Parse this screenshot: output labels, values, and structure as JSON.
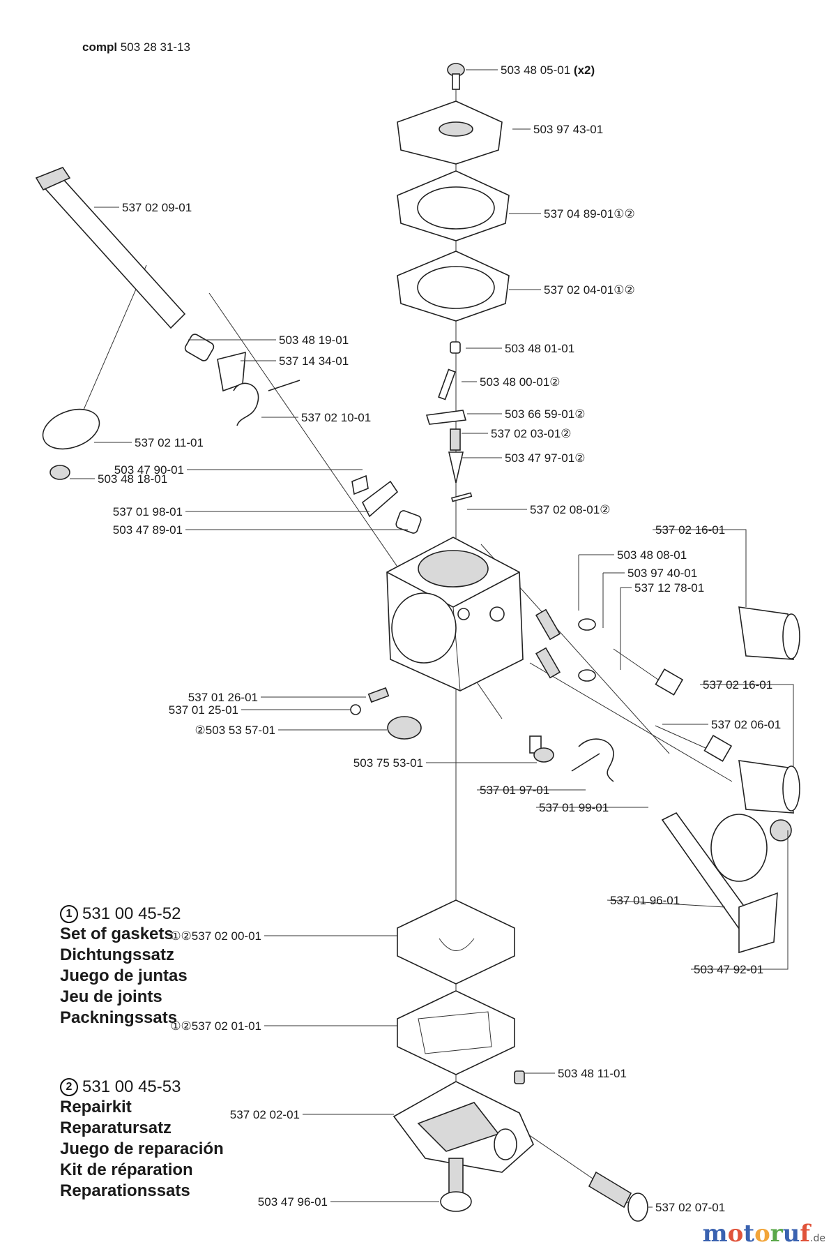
{
  "header": {
    "compl_label": "compl",
    "compl_number": "503 28 31-13"
  },
  "parts": [
    {
      "num": "503 48 05-01",
      "suffix": "(x2)",
      "marks": []
    },
    {
      "num": "503 97 43-01",
      "suffix": "",
      "marks": []
    },
    {
      "num": "537 04 89-01",
      "suffix": "",
      "marks": [
        "1",
        "2"
      ]
    },
    {
      "num": "537 02 04-01",
      "suffix": "",
      "marks": [
        "1",
        "2"
      ]
    },
    {
      "num": "537 02 09-01",
      "suffix": "",
      "marks": []
    },
    {
      "num": "503 48 19-01",
      "suffix": "",
      "marks": []
    },
    {
      "num": "537 14 34-01",
      "suffix": "",
      "marks": []
    },
    {
      "num": "503 48 01-01",
      "suffix": "",
      "marks": []
    },
    {
      "num": "503 48 00-01",
      "suffix": "",
      "marks": [
        "2"
      ]
    },
    {
      "num": "537 02 10-01",
      "suffix": "",
      "marks": []
    },
    {
      "num": "503 66 59-01",
      "suffix": "",
      "marks": [
        "2"
      ]
    },
    {
      "num": "537 02 11-01",
      "suffix": "",
      "marks": []
    },
    {
      "num": "537 02 03-01",
      "suffix": "",
      "marks": [
        "2"
      ]
    },
    {
      "num": "503 47 90-01",
      "suffix": "",
      "marks": []
    },
    {
      "num": "503 47 97-01",
      "suffix": "",
      "marks": [
        "2"
      ]
    },
    {
      "num": "503 48 18-01",
      "suffix": "",
      "marks": []
    },
    {
      "num": "537 01 98-01",
      "suffix": "",
      "marks": []
    },
    {
      "num": "537 02 08-01",
      "suffix": "",
      "marks": [
        "2"
      ]
    },
    {
      "num": "503 47 89-01",
      "suffix": "",
      "marks": []
    },
    {
      "num": "537 02 16-01",
      "suffix": "",
      "marks": []
    },
    {
      "num": "503 48 08-01",
      "suffix": "",
      "marks": []
    },
    {
      "num": "503 97 40-01",
      "suffix": "",
      "marks": []
    },
    {
      "num": "537 12 78-01",
      "suffix": "",
      "marks": []
    },
    {
      "num": "537 02 16-01",
      "suffix": "",
      "marks": []
    },
    {
      "num": "537 01 26-01",
      "suffix": "",
      "marks": []
    },
    {
      "num": "537 01 25-01",
      "suffix": "",
      "marks": []
    },
    {
      "num": "537 02 06-01",
      "suffix": "",
      "marks": []
    },
    {
      "num": "503 53 57-01",
      "suffix": "",
      "marks": [
        "2"
      ],
      "prefix": true
    },
    {
      "num": "503 75 53-01",
      "suffix": "",
      "marks": []
    },
    {
      "num": "537 01 97-01",
      "suffix": "",
      "marks": []
    },
    {
      "num": "537 01 99-01",
      "suffix": "",
      "marks": []
    },
    {
      "num": "537 01 96-01",
      "suffix": "",
      "marks": []
    },
    {
      "num": "537 02 00-01",
      "suffix": "",
      "marks": [
        "1",
        "2"
      ],
      "prefix": true
    },
    {
      "num": "503 47 92-01",
      "suffix": "",
      "marks": []
    },
    {
      "num": "537 02 01-01",
      "suffix": "",
      "marks": [
        "1",
        "2"
      ],
      "prefix": true
    },
    {
      "num": "503 48 11-01",
      "suffix": "",
      "marks": []
    },
    {
      "num": "537 02 02-01",
      "suffix": "",
      "marks": []
    },
    {
      "num": "503 47 96-01",
      "suffix": "",
      "marks": []
    },
    {
      "num": "537 02 07-01",
      "suffix": "",
      "marks": []
    }
  ],
  "kits": [
    {
      "mark": "1",
      "number": "531 00 45-52",
      "names": [
        "Set of gaskets",
        "Dichtungssatz",
        "Juego de juntas",
        "Jeu de joints",
        "Packningssats"
      ]
    },
    {
      "mark": "2",
      "number": "531 00 45-53",
      "names": [
        "Repairkit",
        "Reparatursatz",
        "Juego de reparación",
        "Kit de réparation",
        "Reparationssats"
      ]
    }
  ],
  "logo": {
    "brand": "motoruf",
    "tld": ".de"
  }
}
